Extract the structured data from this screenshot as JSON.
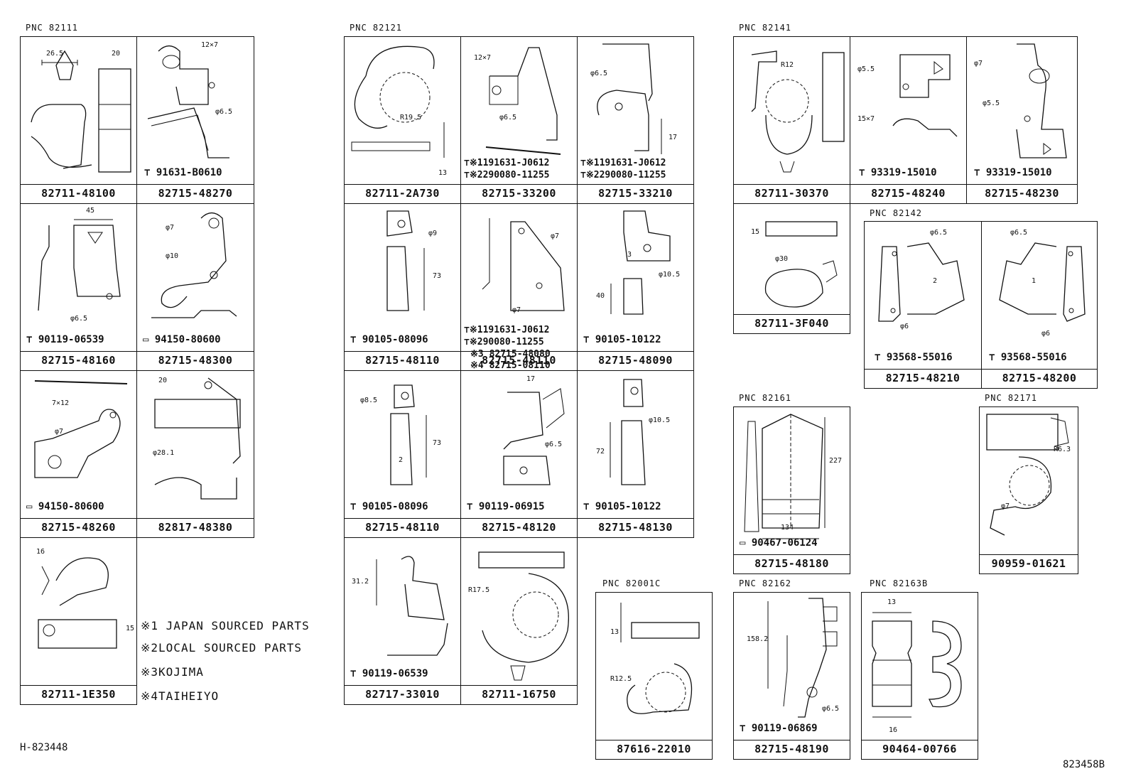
{
  "pnc": {
    "g1": "PNC  82111",
    "g2": "PNC  82121",
    "g3": "PNC  82141",
    "g4": "PNC  82142",
    "g5": "PNC  82161",
    "g6": "PNC  82171",
    "g7": "PNC  82001C",
    "g8": "PNC  82162",
    "g9": "PNC  82163B"
  },
  "parts": {
    "p1": "82711-48100",
    "p2": "82715-48270",
    "p3": "82715-48160",
    "p4": "82715-48300",
    "p5": "82715-48260",
    "p6": "82817-48380",
    "p7": "82711-1E350",
    "p8": "82711-2A730",
    "p9": "82715-33200",
    "p10": "82715-33210",
    "p11": "82715-48110",
    "p12": "82715-48090",
    "p13": "82715-48110",
    "p14": "82715-48120",
    "p15": "82715-48130",
    "p16": "82717-33010",
    "p17": "82711-16750",
    "p18": "82711-30370",
    "p19": "82715-48240",
    "p20": "82715-48230",
    "p21": "82711-3F040",
    "p22": "82715-48210",
    "p23": "82715-48200",
    "p24": "82715-48180",
    "p25": "90959-01621",
    "p26": "87616-22010",
    "p27": "82715-48190",
    "p28": "90464-00766",
    "p14b1": "82715-48080",
    "p14b2": "82715-08110"
  },
  "fasteners": {
    "f1": "91631-B0610",
    "f2": "90119-06539",
    "f3": "94150-80600",
    "f4": "94150-80600",
    "f5a": "191631-J0612",
    "f5b": "290080-11255",
    "f6a": "191631-J0612",
    "f6b": "290080-11255",
    "f7": "90105-08096",
    "f8a": "191631-J0612",
    "f8b": "90080-11255",
    "f9": "90105-10122",
    "f10": "90105-08096",
    "f11": "90119-06915",
    "f12": "90105-10122",
    "f13": "90119-06539",
    "f14": "93319-15010",
    "f15": "93319-15010",
    "f16": "93568-55016",
    "f17": "93568-55016",
    "f18": "90467-06124",
    "f19": "90119-06869"
  },
  "dims": {
    "d1": "26.5",
    "d2": "20",
    "d3": "12×7",
    "d4": "φ6.5",
    "d5": "45",
    "d6": "φ6.5",
    "d7": "φ7",
    "d8": "φ10",
    "d9": "7×12",
    "d10": "φ7",
    "d11": "20",
    "d12": "φ28.1",
    "d13": "16",
    "d14": "15",
    "d15": "R19.5",
    "d16": "13",
    "d17": "12×7",
    "d18": "φ6.5",
    "d19": "φ6.5",
    "d20": "17",
    "d21": "φ9",
    "d22": "73",
    "d23": "φ7",
    "d24": "φ7",
    "d25": "3",
    "d26": "φ10.5",
    "d27": "40",
    "d28": "φ8.5",
    "d29": "73",
    "d30": "2",
    "d31": "17",
    "d32": "φ6.5",
    "d33": "φ10.5",
    "d34": "72",
    "d35": "31.2",
    "d36": "R17.5",
    "d37": "R12",
    "d38": "φ5.5",
    "d39": "15×7",
    "d40": "φ7",
    "d41": "φ5.5",
    "d42": "15",
    "d43": "φ30",
    "d44": "φ6.5",
    "d45": "2",
    "d46": "φ6",
    "d47": "φ6.5",
    "d48": "1",
    "d49": "φ6",
    "d50": "227",
    "d51": "134",
    "d52": "R6.3",
    "d53": "φ7",
    "d54": "13",
    "d55": "R12.5",
    "d56": "158.2",
    "d57": "φ6.5",
    "d58": "13",
    "d59": "16"
  },
  "marks": {
    "m1": "※1",
    "m2": "※2",
    "m3": "※3",
    "m4": "※4"
  },
  "notes": {
    "n1": "※1 JAPAN SOURCED PARTS",
    "n2": "※2LOCAL SOURCED PARTS",
    "n3": "※3KOJIMA",
    "n4": "※4TAIHEIYO"
  },
  "corner": {
    "left": "H-823448",
    "right": "823458B"
  }
}
